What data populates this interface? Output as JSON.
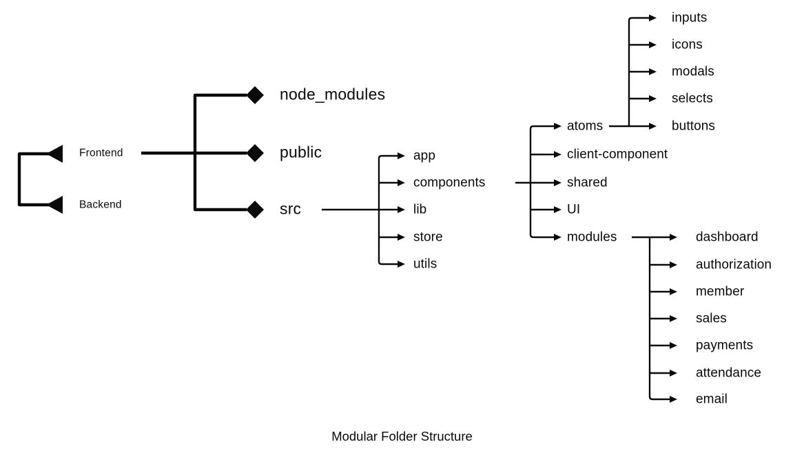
{
  "title": "Modular Folder Structure",
  "colors": {
    "line": "#0a0a0a",
    "text": "#0a0a0a",
    "background": "#ffffff"
  },
  "tree": {
    "root_items": [
      "Frontend",
      "Backend"
    ],
    "frontend_children": [
      "node_modules",
      "public",
      "src"
    ],
    "src_children": [
      "app",
      "components",
      "lib",
      "store",
      "utils"
    ],
    "components_children": [
      "atoms",
      "client-component",
      "shared",
      "UI",
      "modules"
    ],
    "atoms_children": [
      "inputs",
      "icons",
      "modals",
      "selects",
      "buttons"
    ],
    "modules_children": [
      "dashboard",
      "authorization",
      "member",
      "sales",
      "payments",
      "attendance",
      "email"
    ]
  }
}
